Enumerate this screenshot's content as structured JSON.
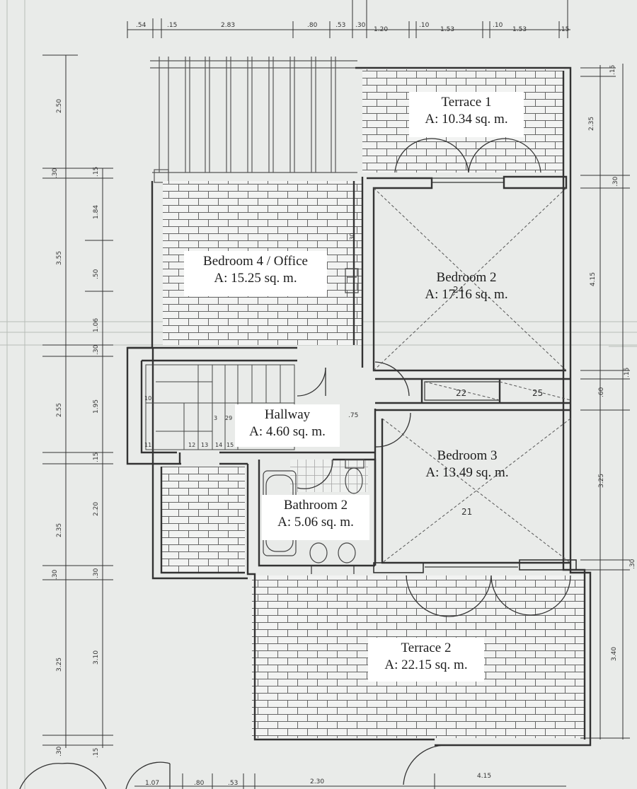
{
  "rooms": {
    "terrace1": {
      "name": "Terrace 1",
      "area": "A: 10.34 sq. m."
    },
    "bedroom4": {
      "name": "Bedroom 4 / Office",
      "area": "A: 15.25 sq. m."
    },
    "bedroom2": {
      "name": "Bedroom 2",
      "area": "A: 17.16 sq. m."
    },
    "hallway": {
      "name": "Hallway",
      "area": "A: 4.60 sq. m."
    },
    "bedroom3": {
      "name": "Bedroom 3",
      "area": "A: 13.49 sq. m."
    },
    "bathroom2": {
      "name": "Bathroom 2",
      "area": "A: 5.06 sq. m."
    },
    "terrace2": {
      "name": "Terrace 2",
      "area": "A: 22.15 sq. m."
    }
  },
  "room_numbers": {
    "n24": "24",
    "n22": "22",
    "n25": "25",
    "n21": "21"
  },
  "top_dims": [
    ".54",
    ".15",
    "2.83",
    ".80",
    ".53",
    ".30",
    "1.20",
    ".10",
    "1.53",
    ".10",
    "1.53",
    ".15"
  ],
  "left_dims_outer": [
    "2.50",
    ".30",
    "3.55",
    "2.55",
    "2.35",
    ".30",
    "3.25",
    ".30"
  ],
  "left_dims_inner": [
    ".15",
    "1.84",
    ".50",
    "1.06",
    ".30",
    "1.95",
    ".15",
    "2.20",
    ".30",
    "3.10",
    ".15"
  ],
  "right_dims": [
    ".15",
    "2.35",
    ".30",
    "4.15",
    ".15",
    ".60",
    "3.25",
    ".30",
    "3.40"
  ],
  "bottom_dims": [
    "1.07",
    ".80",
    ".53",
    "2.30",
    "4.15"
  ],
  "stair_numbers": [
    "10",
    "11",
    "12",
    "13",
    "14",
    "15",
    "3",
    "29"
  ],
  "small_marks": [
    ".75",
    ".30"
  ]
}
